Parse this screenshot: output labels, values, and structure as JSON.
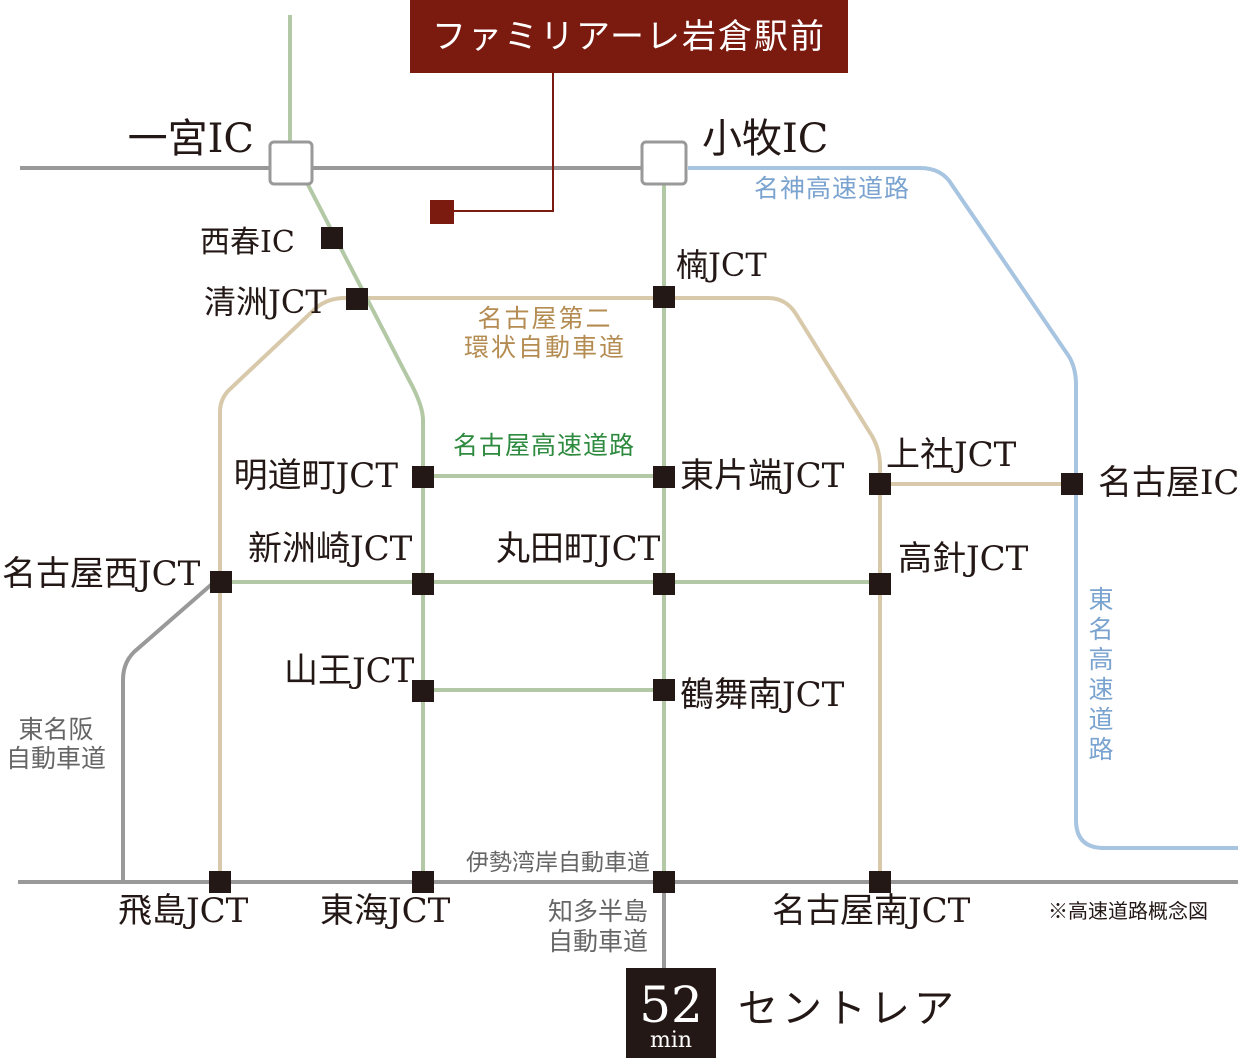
{
  "property": {
    "name": "ファミリアーレ岩倉駅前"
  },
  "roads": {
    "meishin": "名神高速道路",
    "nagoya_second_ring": [
      "名古屋第二",
      "環状自動車道"
    ],
    "nagoya_expressway": "名古屋高速道路",
    "tomei": [
      "東",
      "名",
      "高",
      "速",
      "道",
      "路"
    ],
    "higashi_meihan": [
      "東名阪",
      "自動車道"
    ],
    "isewangan": "伊勢湾岸自動車道",
    "chita_hanto": [
      "知多半島",
      "自動車道"
    ]
  },
  "interchanges": {
    "ichinomiya_ic": "一宮IC",
    "komaki_ic": "小牧IC",
    "nishiharu_ic": "西春IC",
    "kiyosu_jct": "清洲JCT",
    "kusunoki_jct": "楠JCT",
    "meido_cho_jct": "明道町JCT",
    "higashi_katahata_jct": "東片端JCT",
    "kamiyashiro_jct": "上社JCT",
    "nagoya_ic": "名古屋IC",
    "nagoya_nishi_jct": "名古屋西JCT",
    "shinsuzaki_jct": "新洲崎JCT",
    "marutamachi_jct": "丸田町JCT",
    "takabari_jct": "高針JCT",
    "sanno_jct": "山王JCT",
    "tsurumai_minami_jct": "鶴舞南JCT",
    "tobishima_jct": "飛島JCT",
    "tokai_jct": "東海JCT",
    "nagoya_minami_jct": "名古屋南JCT"
  },
  "note": "※高速道路概念図",
  "destination": {
    "time": "52",
    "unit": "min",
    "name": "セントレア"
  },
  "colors": {
    "green_line": "#b3c9a6",
    "beige_line": "#d8c9aa",
    "blue_line": "#a7c4e0",
    "gray_line": "#999999",
    "node": "#231815",
    "property_box": "#7b1a0f",
    "blue_text": "#7aa3cf",
    "beige_text": "#b48c52",
    "green_text": "#2d8a3e",
    "gray_text": "#666666"
  }
}
